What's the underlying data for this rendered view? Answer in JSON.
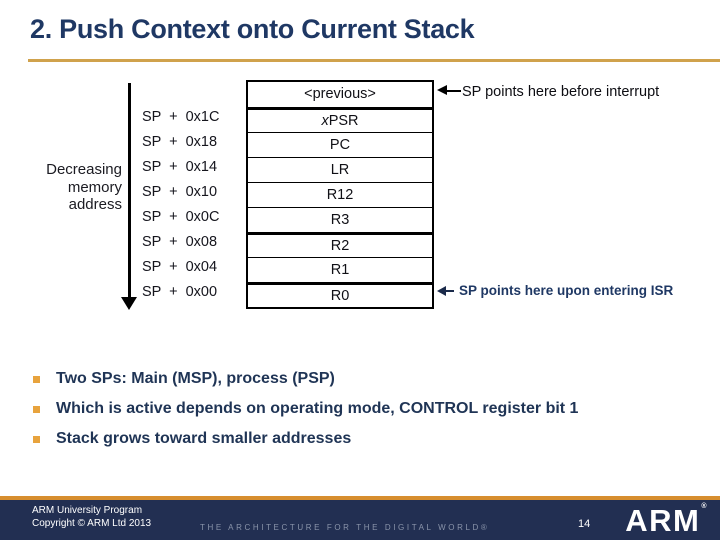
{
  "slide": {
    "title": "2. Push Context onto Current Stack",
    "page_number": "14"
  },
  "diagram": {
    "memory_label_lines": [
      "Decreasing",
      "memory",
      "address"
    ],
    "sp_offsets": [
      "SP + 0x1C",
      "SP + 0x18",
      "SP + 0x14",
      "SP + 0x10",
      "SP + 0x0C",
      "SP + 0x08",
      "SP + 0x04",
      "SP + 0x00"
    ],
    "stack_cells": [
      "<previous>",
      "xPSR",
      "PC",
      "LR",
      "R12",
      "R3",
      "R2",
      "R1",
      "R0"
    ],
    "annotation_top": "SP points here before interrupt",
    "annotation_bottom": "SP points here upon entering ISR"
  },
  "bullets": [
    "Two SPs: Main (MSP), process (PSP)",
    "Which is active depends on operating mode, CONTROL register bit 1",
    "Stack grows toward smaller addresses"
  ],
  "footer": {
    "line1": "ARM University Program",
    "line2": "Copyright © ARM Ltd 2013",
    "tagline": "THE ARCHITECTURE FOR THE DIGITAL WORLD®",
    "page_number": "14",
    "logo_text": "ARM",
    "logo_reg": "®"
  },
  "colors": {
    "title_navy": "#1f3864",
    "accent_gold": "#d0a24c",
    "bullet_orange": "#e8a33d",
    "footer_navy": "#222f52",
    "footer_orange": "#d78e2e",
    "diagram_black": "#000000"
  }
}
